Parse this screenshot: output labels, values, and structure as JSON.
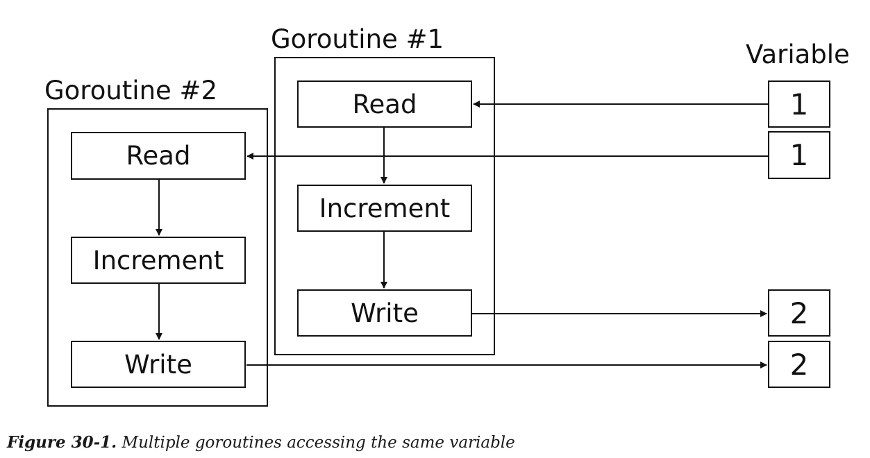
{
  "groups": [
    {
      "title": "Goroutine #1",
      "steps": [
        "Read",
        "Increment",
        "Write"
      ]
    },
    {
      "title": "Goroutine #2",
      "steps": [
        "Read",
        "Increment",
        "Write"
      ]
    }
  ],
  "variable": {
    "title": "Variable",
    "values": [
      "1",
      "1",
      "2",
      "2"
    ]
  },
  "caption": {
    "figure_number": "Figure 30-1.",
    "text": "Multiple goroutines accessing the same variable"
  }
}
